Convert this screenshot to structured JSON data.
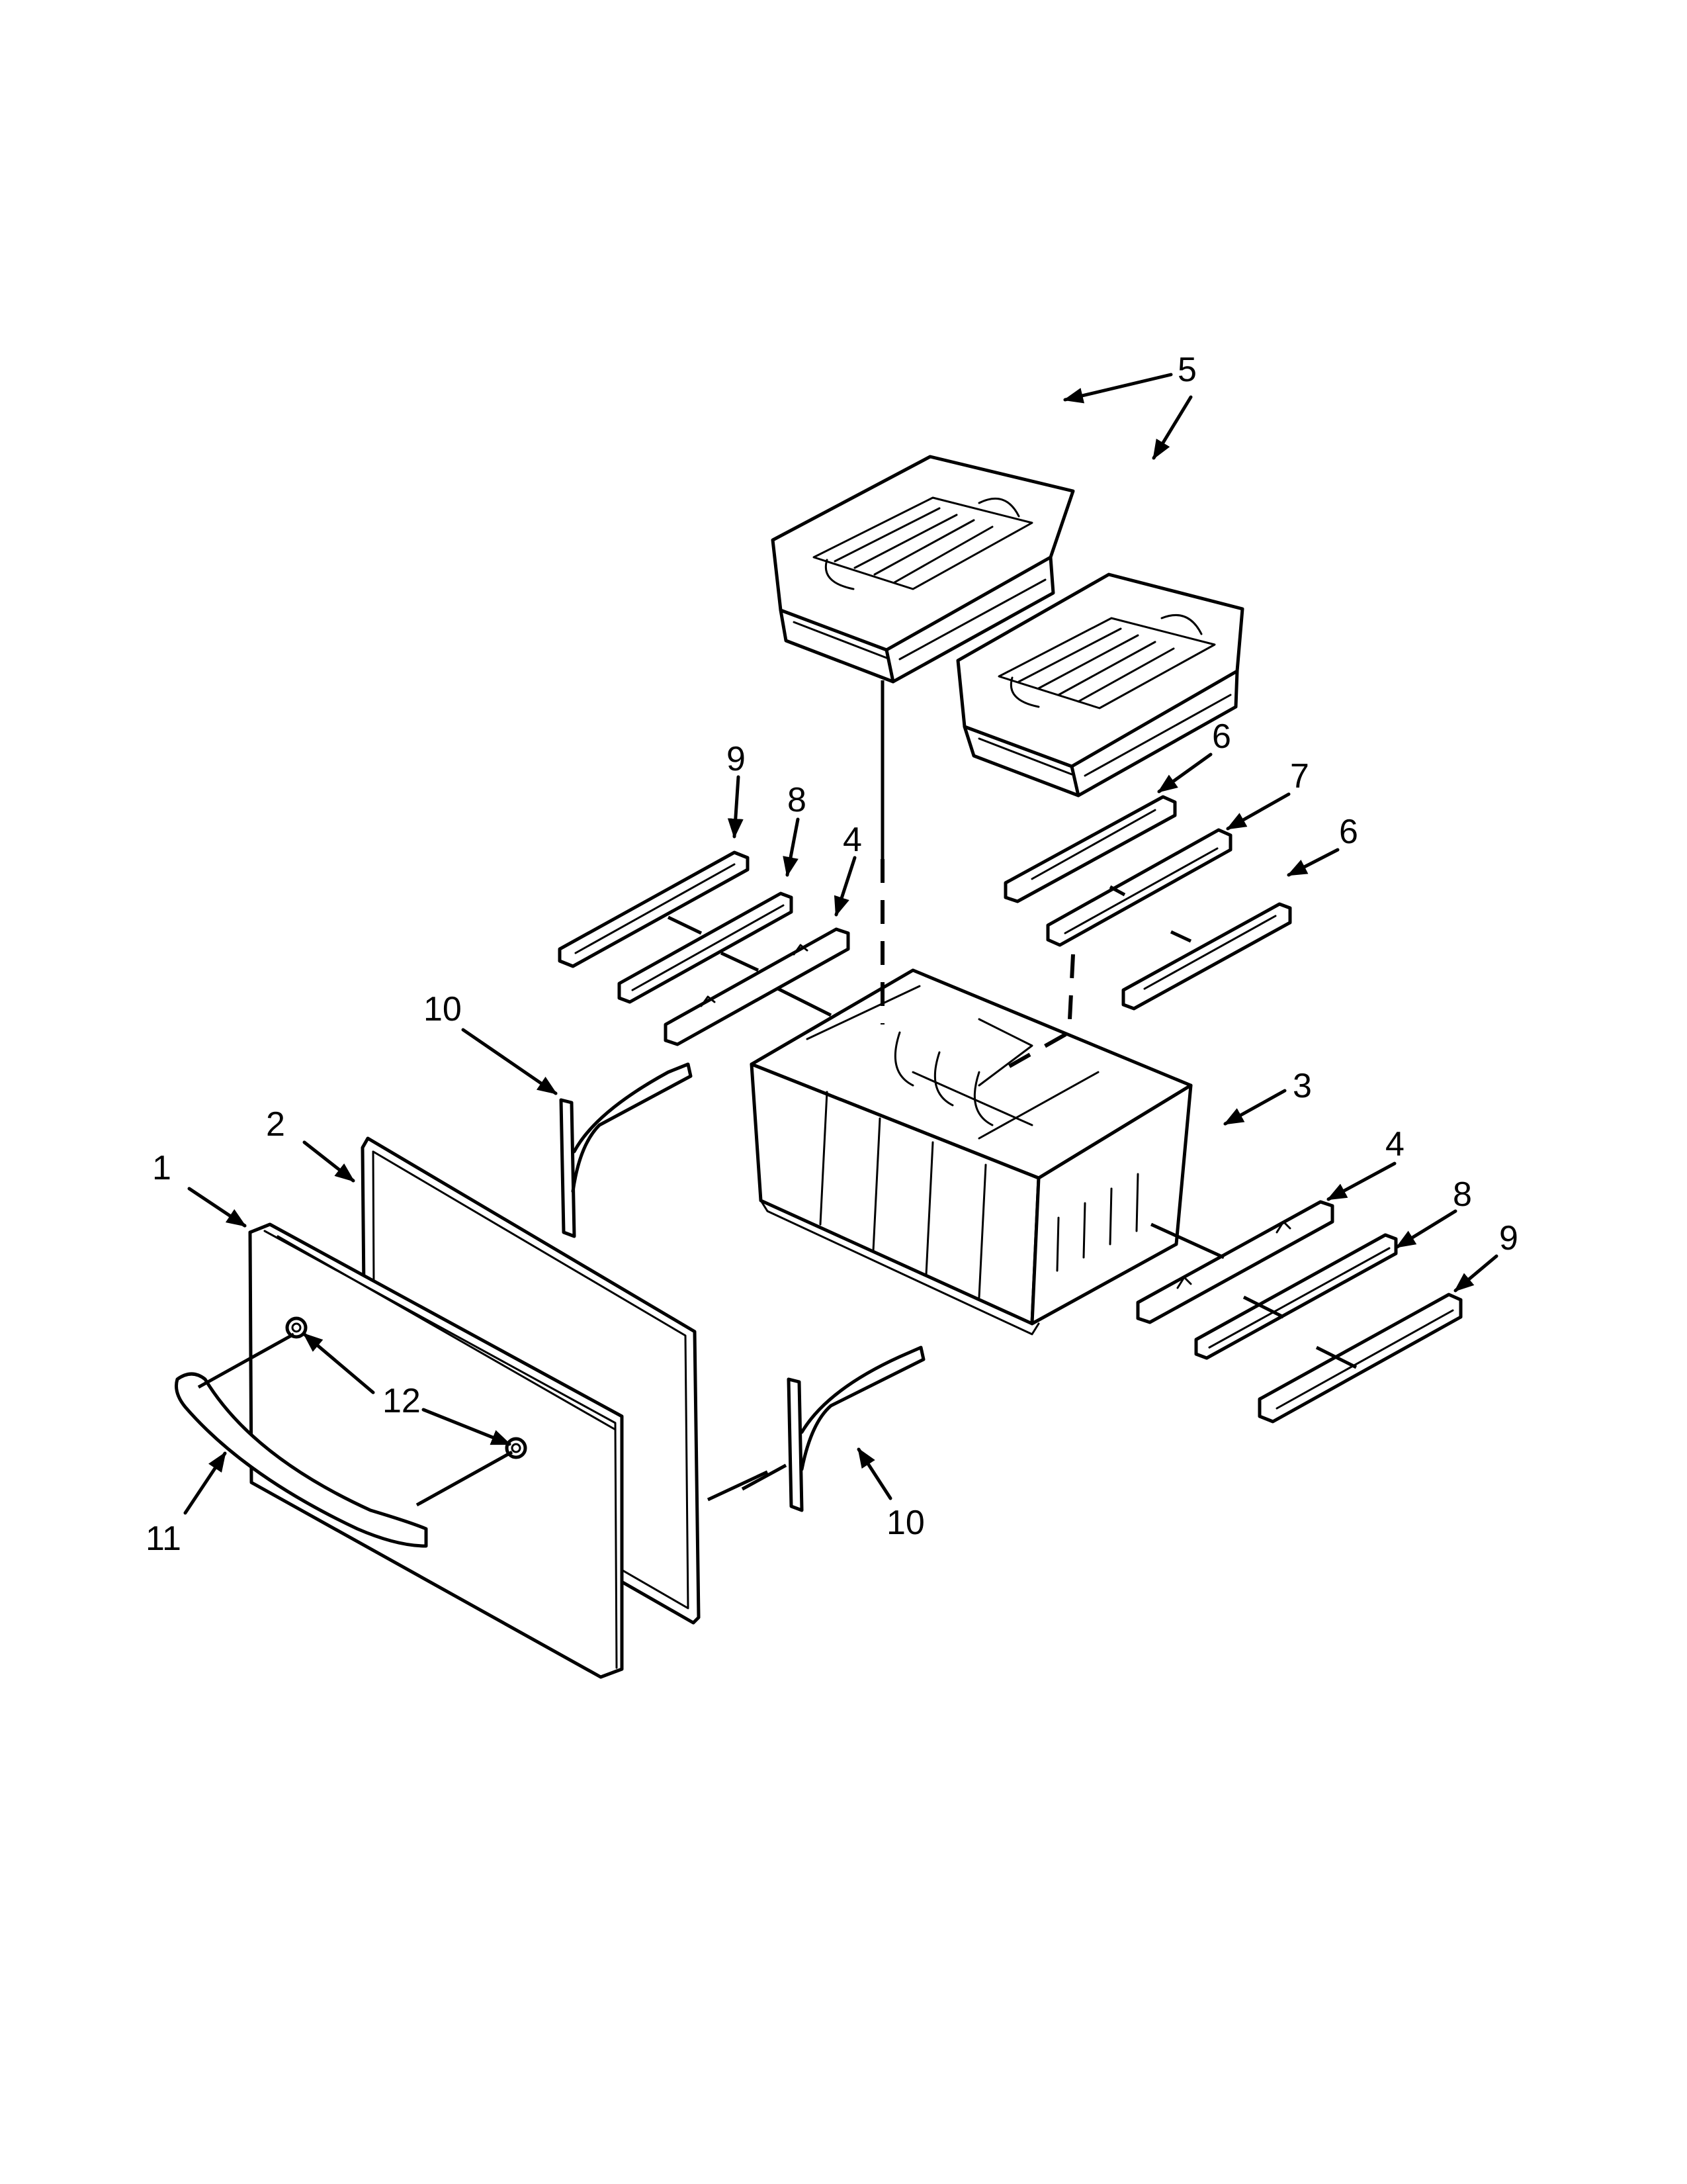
{
  "callouts": {
    "c1": "1",
    "c2": "2",
    "c3": "3",
    "c4a": "4",
    "c4b": "4",
    "c5": "5",
    "c6a": "6",
    "c6b": "6",
    "c7": "7",
    "c8a": "8",
    "c8b": "8",
    "c9a": "9",
    "c9b": "9",
    "c10a": "10",
    "c10b": "10",
    "c11": "11",
    "c12": "12"
  }
}
